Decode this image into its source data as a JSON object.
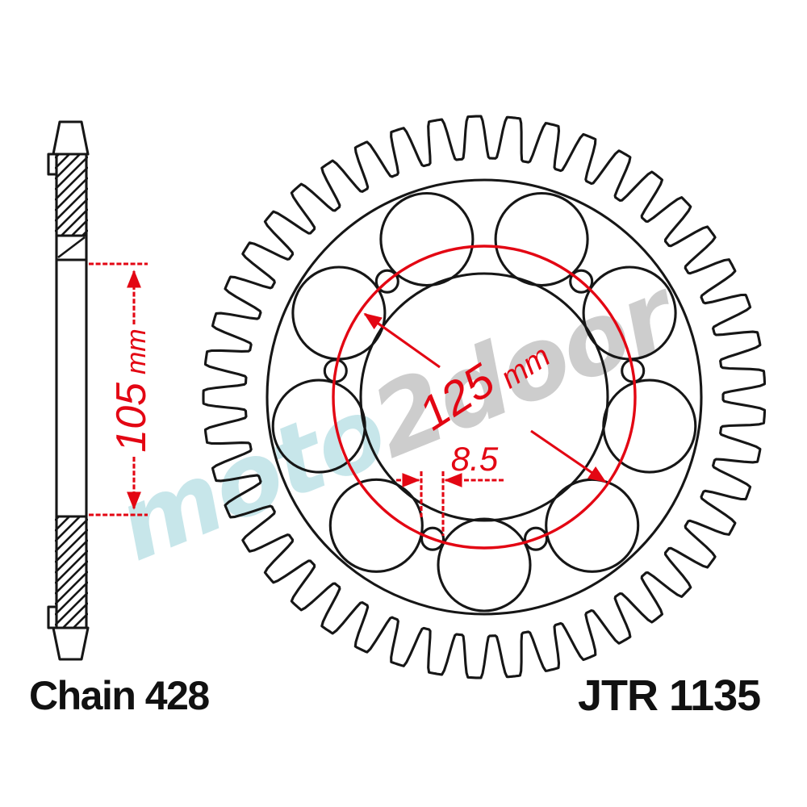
{
  "labels": {
    "chain": "Chain 428",
    "part_number": "JTR 1135"
  },
  "dimensions": {
    "bolt_circle_diameter": {
      "value": "125",
      "unit": "mm"
    },
    "side_span": {
      "value": "105",
      "unit": "mm"
    },
    "bolt_hole_diameter": {
      "value": "8.5"
    }
  },
  "watermark": {
    "first": "moto",
    "second": "2door"
  },
  "sprocket": {
    "teeth": 45,
    "lightening_holes": 9,
    "bolt_holes": 6
  },
  "colors": {
    "background": "#ffffff",
    "line": "#161616",
    "dimension_red": "#e30613",
    "watermark_teal": "#c2e4e8",
    "watermark_gray": "#c9c9c9"
  }
}
